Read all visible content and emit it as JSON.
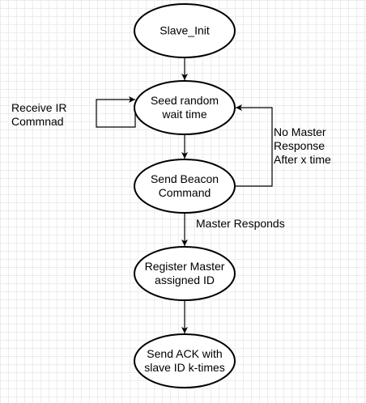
{
  "diagram": {
    "nodes": [
      {
        "id": "slave-init",
        "label": "Slave_Init"
      },
      {
        "id": "seed-random",
        "label": "Seed random\nwait time"
      },
      {
        "id": "send-beacon",
        "label": "Send Beacon\nCommand"
      },
      {
        "id": "register-master",
        "label": "Register Master\nassigned ID"
      },
      {
        "id": "send-ack",
        "label": "Send ACK with\nslave ID k-times"
      }
    ],
    "edges": [
      {
        "from": "slave-init",
        "to": "seed-random",
        "label": ""
      },
      {
        "from": "seed-random",
        "to": "seed-random",
        "label": "Receive IR\nCommnad"
      },
      {
        "from": "seed-random",
        "to": "send-beacon",
        "label": ""
      },
      {
        "from": "send-beacon",
        "to": "seed-random",
        "label": "No Master\nResponse\nAfter x time"
      },
      {
        "from": "send-beacon",
        "to": "register-master",
        "label": "Master Responds"
      },
      {
        "from": "register-master",
        "to": "send-ack",
        "label": ""
      }
    ]
  }
}
